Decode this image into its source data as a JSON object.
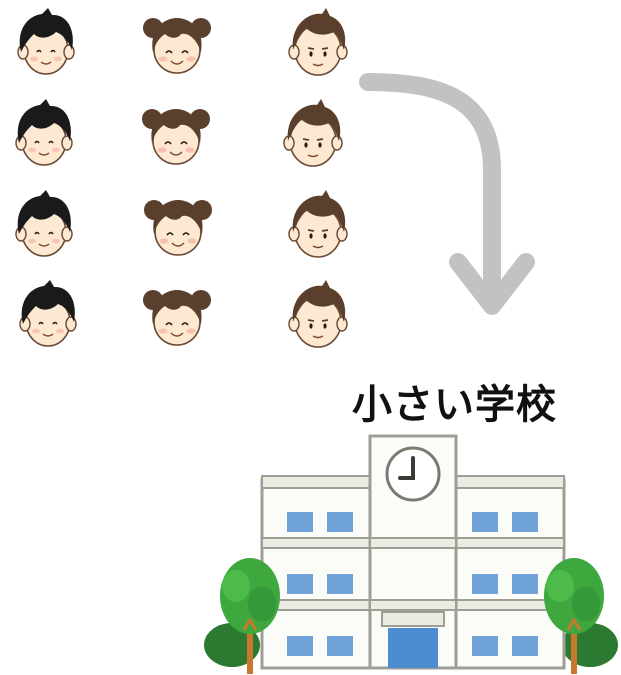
{
  "caption": "小さい学校",
  "colors": {
    "arrow": "#c2c2c2",
    "skin": "#fde9d2",
    "hair_black": "#1a1a1a",
    "hair_brown": "#5a3f2c",
    "building": "#fbfbf7",
    "building_outline": "#9e9e94",
    "window": "#6fa3d8",
    "door": "#4d8cd0",
    "tree": "#3ea83e",
    "tree_dark": "#2c7a32",
    "trunk": "#c8782c"
  },
  "icons": {
    "children": [
      "boy-short-black-hair",
      "girl-pigtails",
      "boy-brown-hair"
    ],
    "arrow": "curved-arrow-down",
    "school": "school-building-with-clock",
    "trees": "tree"
  },
  "children_grid": {
    "rows": 4,
    "columns": [
      "boy-black",
      "girl-pigtails",
      "boy-brown"
    ]
  }
}
